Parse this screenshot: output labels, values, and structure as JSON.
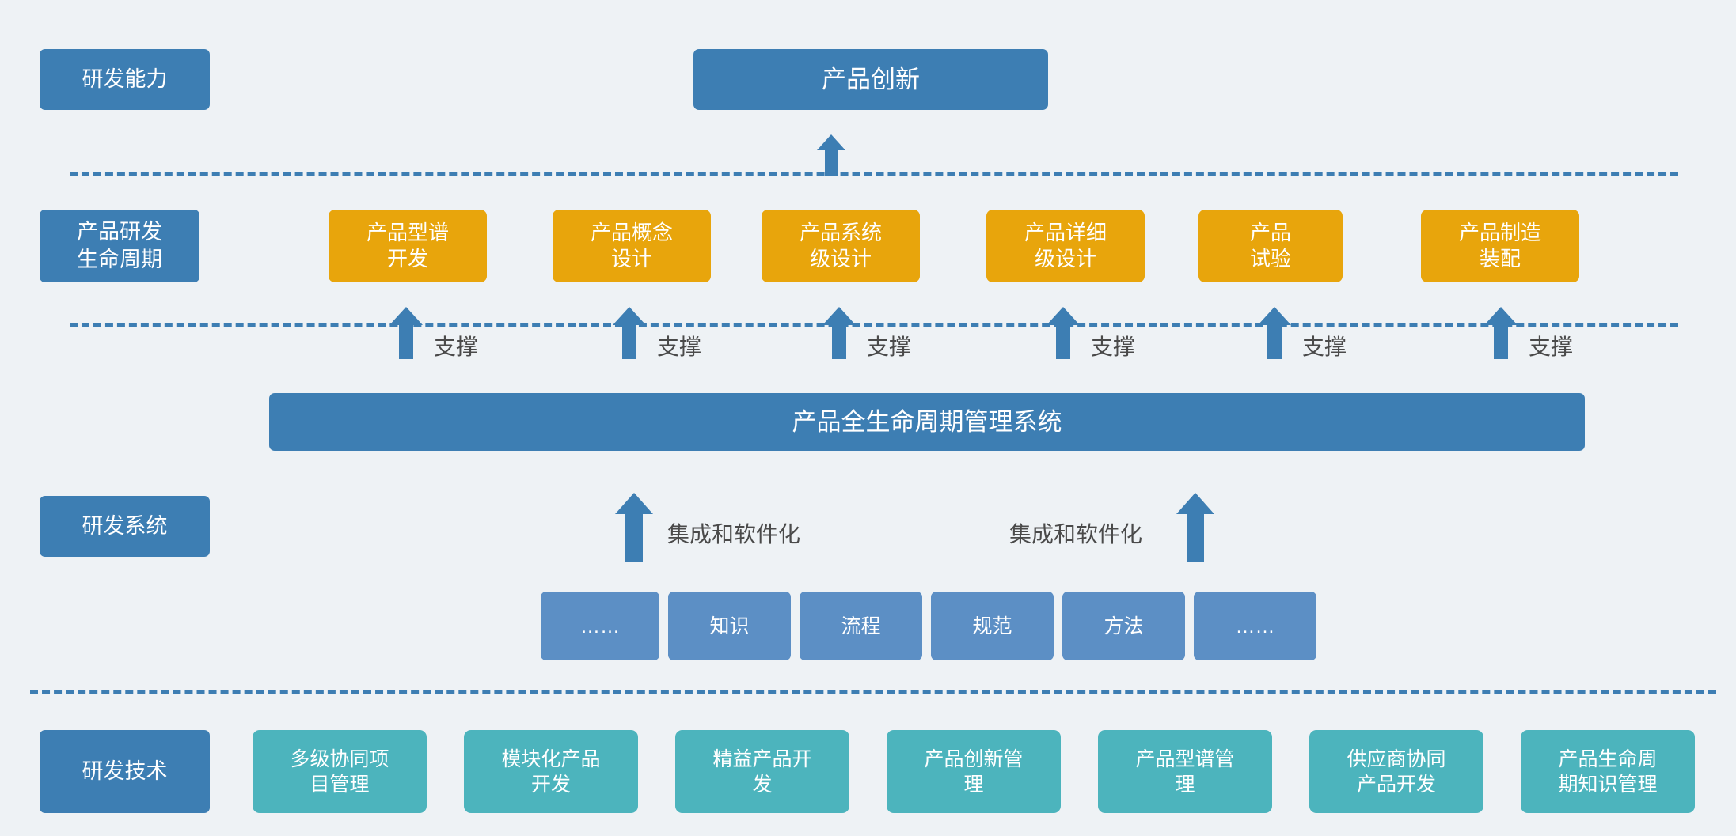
{
  "diagram": {
    "background_color": "#eef2f5",
    "colors": {
      "blue": "#3d7eb3",
      "orange": "#e8a50c",
      "chip_blue": "#5c8fc5",
      "teal": "#4cb4bd",
      "annotation_text": "#4a4a4a"
    }
  },
  "row_labels": {
    "capability": "研发能力",
    "lifecycle": "产品研发\n生命周期",
    "system": "研发系统",
    "technology": "研发技术"
  },
  "top": {
    "innovation": "产品创新"
  },
  "lifecycle_stages": [
    {
      "label": "产品型谱\n开发"
    },
    {
      "label": "产品概念\n设计"
    },
    {
      "label": "产品系统\n级设计"
    },
    {
      "label": "产品详细\n级设计"
    },
    {
      "label": "产品\n试验"
    },
    {
      "label": "产品制造\n装配"
    }
  ],
  "support_label": "支撑",
  "support_labels": [
    "支撑",
    "支撑",
    "支撑",
    "支撑",
    "支撑",
    "支撑"
  ],
  "plm": {
    "title": "产品全生命周期管理系统"
  },
  "integration_labels": [
    "集成和软件化",
    "集成和软件化"
  ],
  "knowledge_chips": [
    {
      "label": "……"
    },
    {
      "label": "知识"
    },
    {
      "label": "流程"
    },
    {
      "label": "规范"
    },
    {
      "label": "方法"
    },
    {
      "label": "……"
    }
  ],
  "technologies": [
    {
      "label": "多级协同项\n目管理"
    },
    {
      "label": "模块化产品\n开发"
    },
    {
      "label": "精益产品开\n发"
    },
    {
      "label": "产品创新管\n理"
    },
    {
      "label": "产品型谱管\n理"
    },
    {
      "label": "供应商协同\n产品开发"
    },
    {
      "label": "产品生命周\n期知识管理"
    }
  ]
}
